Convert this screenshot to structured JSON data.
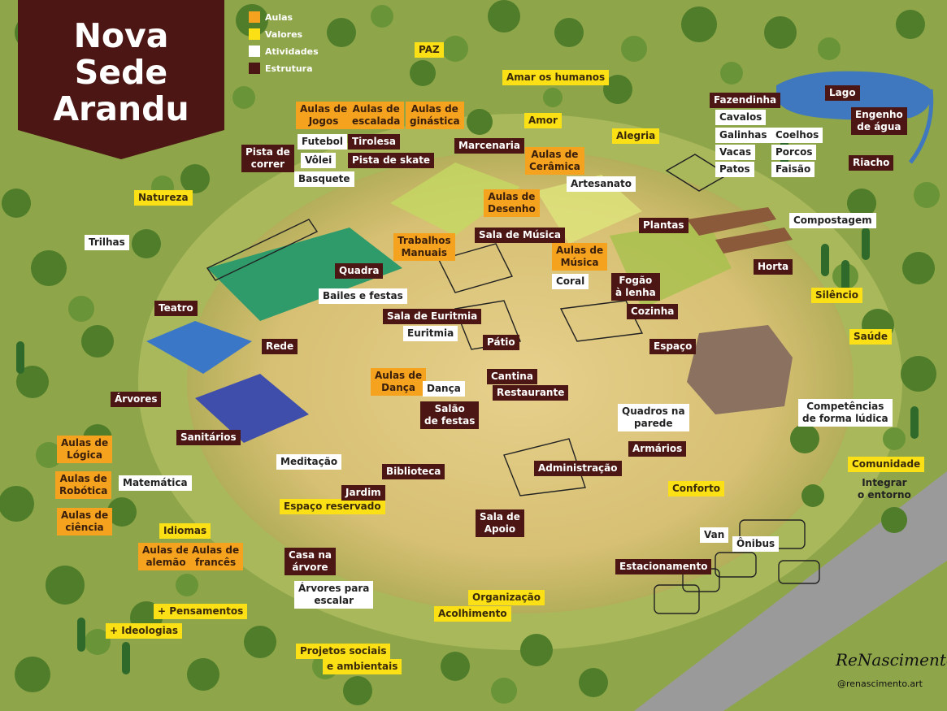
{
  "title": "Nova\nSede\nArandu",
  "legend": [
    {
      "label": "Aulas",
      "color": "#f5a21f"
    },
    {
      "label": "Valores",
      "color": "#fbe016"
    },
    {
      "label": "Atividades",
      "color": "#ffffff"
    },
    {
      "label": "Estrutura",
      "color": "#4b1613"
    }
  ],
  "labels": {
    "paz": "PAZ",
    "amar_humanos": "Amar os humanos",
    "amor": "Amor",
    "alegria": "Alegria",
    "natureza": "Natureza",
    "silencio": "Silêncio",
    "saude": "Saúde",
    "comunidade": "Comunidade",
    "conforto": "Conforto",
    "idiomas": "Idiomas",
    "espaco_reservado": "Espaço reservado",
    "organizacao": "Organização",
    "acolhimento": "Acolhimento",
    "pensamentos": "+ Pensamentos",
    "ideologias": "+ Ideologias",
    "projetos1": "Projetos sociais",
    "projetos2": "e ambientais",
    "aulas_jogos": "Aulas de\nJogos",
    "aulas_escalada": "Aulas de\nescalada",
    "aulas_ginastica": "Aulas de\nginástica",
    "aulas_ceramica": "Aulas de\nCerâmica",
    "aulas_desenho": "Aulas de\nDesenho",
    "trabalhos_manuais": "Trabalhos\nManuais",
    "aulas_musica": "Aulas de\nMúsica",
    "aulas_danca": "Aulas de\nDança",
    "aulas_logica": "Aulas de\nLógica",
    "aulas_robotica": "Aulas de\nRobótica",
    "aulas_ciencia": "Aulas de\nciência",
    "aulas_alemao": "Aulas de\nalemão",
    "aulas_frances": "Aulas de\nfrancês",
    "futebol": "Futebol",
    "volei": "Vôlei",
    "basquete": "Basquete",
    "trilhas": "Trilhas",
    "bailes": "Bailes e festas",
    "euritmia": "Euritmia",
    "danca": "Dança",
    "coral": "Coral",
    "artesanato": "Artesanato",
    "cavalos": "Cavalos",
    "galinhas": "Galinhas",
    "coelhos": "Coelhos",
    "vacas": "Vacas",
    "porcos": "Porcos",
    "patos": "Patos",
    "faisao": "Faisão",
    "compostagem": "Compostagem",
    "quadros": "Quadros na\nparede",
    "competencias": "Competências\nde forma lúdica",
    "meditacao": "Meditação",
    "matematica": "Matemática",
    "arvores_escalar": "Árvores para\nescalar",
    "van": "Van",
    "onibus": "Ônibus",
    "pista_correr": "Pista de\ncorrer",
    "tirolesa": "Tirolesa",
    "pista_skate": "Pista de skate",
    "marcenaria": "Marcenaria",
    "sala_musica": "Sala de Música",
    "quadra": "Quadra",
    "teatro": "Teatro",
    "sala_euritmia": "Sala de Euritmia",
    "patio": "Pátio",
    "cantina": "Cantina",
    "restaurante": "Restaurante",
    "salao": "Salão\nde festas",
    "rede": "Rede",
    "arvores": "Árvores",
    "sanitarios": "Sanitários",
    "biblioteca": "Biblioteca",
    "administracao": "Administração",
    "jardim": "Jardim",
    "sala_apoio": "Sala de\nApoio",
    "casa_arvore": "Casa na\nárvore",
    "estacionamento": "Estacionamento",
    "armarios": "Armários",
    "espaco": "Espaço",
    "cozinha": "Cozinha",
    "fogao": "Fogão\nà lenha",
    "plantas": "Plantas",
    "horta": "Horta",
    "fazendinha": "Fazendinha",
    "lago": "Lago",
    "engenho": "Engenho\nde água",
    "riacho": "Riacho",
    "integrar": "Integrar\no entorno"
  },
  "signature": "ReNascimento",
  "handle": "@renascimento.art"
}
